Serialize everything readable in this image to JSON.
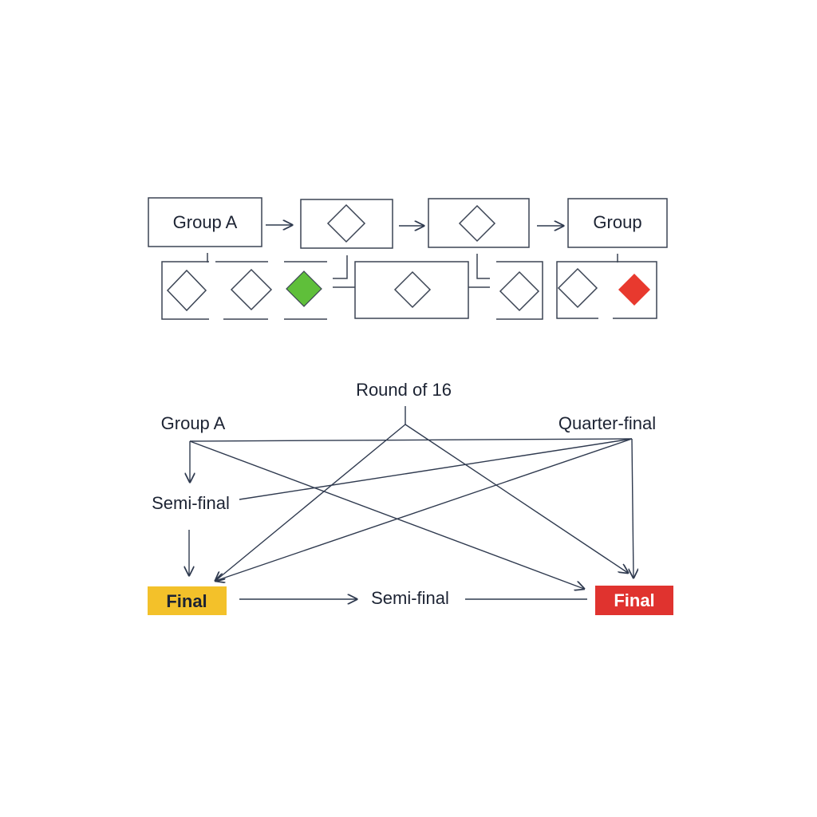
{
  "top_flow": {
    "left_box_label": "Group A",
    "right_box_label": "Group"
  },
  "bottom_flow": {
    "round_of_16": "Round of 16",
    "group_a": "Group A",
    "quarter_final": "Quarter-final",
    "semi_final_left": "Semi-final",
    "semi_final_center": "Semi-final",
    "final_left": "Final",
    "final_right": "Final"
  },
  "colors": {
    "line": "#2f3a4f",
    "diamond_green": "#5fbf3a",
    "diamond_red": "#e8392e",
    "final_left_bg": "#f3c12a",
    "final_left_text": "#1c2333",
    "final_right_bg": "#e0332f",
    "final_right_text": "#ffffff"
  }
}
